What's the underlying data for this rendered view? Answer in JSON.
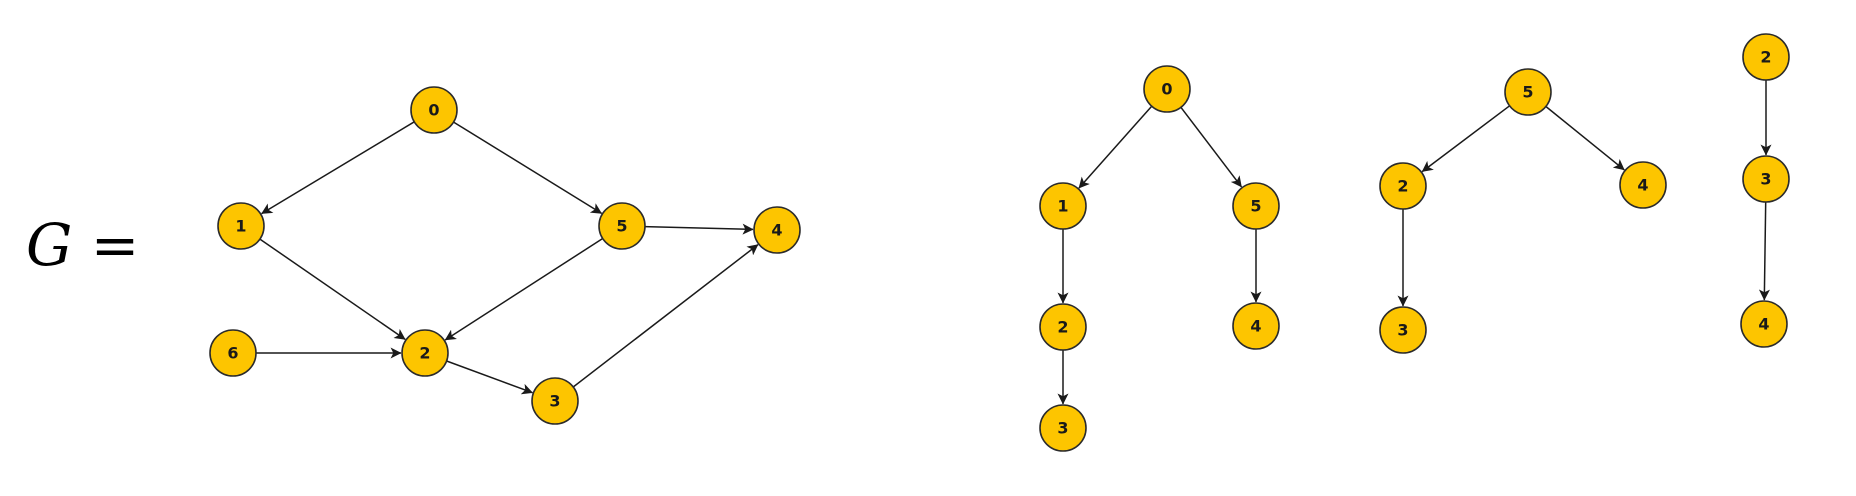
{
  "label": {
    "variable": "G",
    "equals": "="
  },
  "colors": {
    "node_fill": "#fdc500",
    "node_stroke": "#2b2b2b",
    "edge": "#1a1a1a"
  },
  "graph": {
    "nodes": [
      "0",
      "1",
      "2",
      "3",
      "4",
      "5",
      "6"
    ],
    "edges": [
      [
        "0",
        "1"
      ],
      [
        "0",
        "5"
      ],
      [
        "1",
        "2"
      ],
      [
        "5",
        "2"
      ],
      [
        "5",
        "4"
      ],
      [
        "6",
        "2"
      ],
      [
        "2",
        "3"
      ],
      [
        "3",
        "4"
      ]
    ]
  },
  "trees": [
    {
      "nodes": [
        "0",
        "1",
        "2",
        "3",
        "5",
        "4"
      ],
      "edges": [
        [
          "0",
          "1"
        ],
        [
          "0",
          "5"
        ],
        [
          "1",
          "2"
        ],
        [
          "2",
          "3"
        ],
        [
          "5",
          "4"
        ]
      ]
    },
    {
      "nodes": [
        "5",
        "2",
        "3",
        "4"
      ],
      "edges": [
        [
          "5",
          "2"
        ],
        [
          "5",
          "4"
        ],
        [
          "2",
          "3"
        ]
      ]
    },
    {
      "nodes": [
        "2",
        "3",
        "4"
      ],
      "edges": [
        [
          "2",
          "3"
        ],
        [
          "3",
          "4"
        ]
      ]
    }
  ]
}
